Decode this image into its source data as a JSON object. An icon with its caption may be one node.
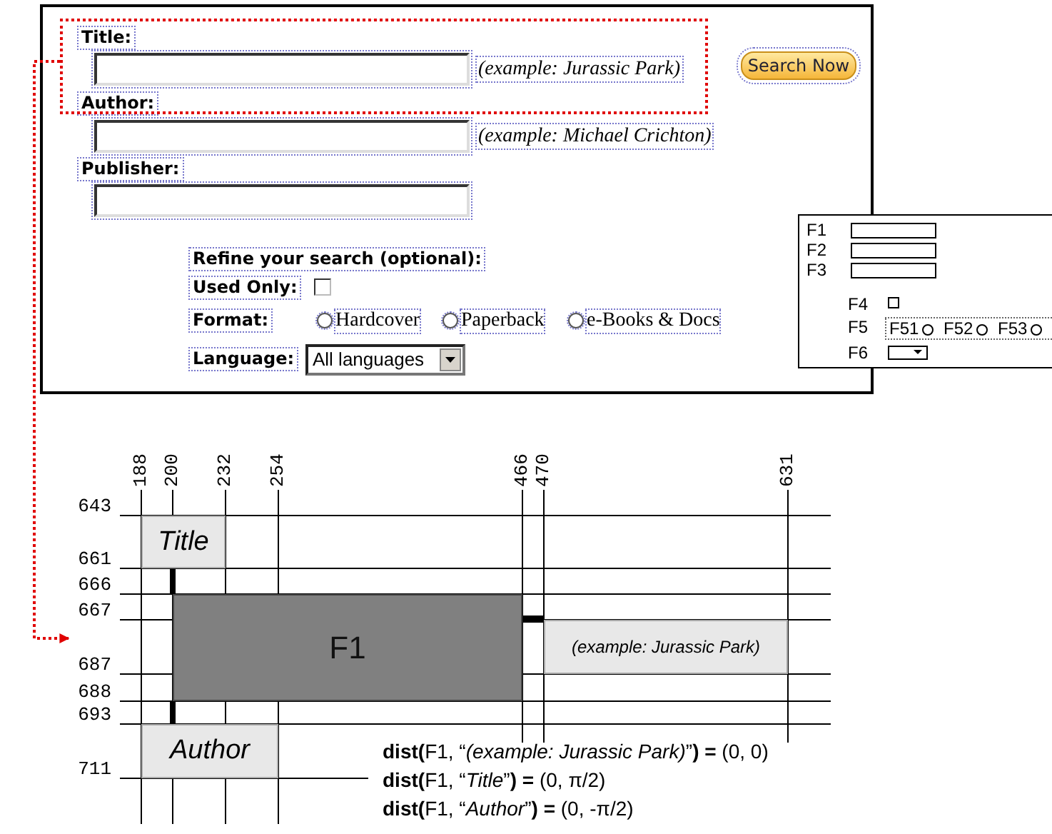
{
  "diagram": {
    "nodes": [
      {
        "text": [],
        "shape": "box"
      },
      {
        "text": [],
        "shape": "picture"
      },
      {
        "text": [
          "Title"
        ],
        "in": 1
      },
      {
        "text": [
          "F1"
        ],
        "in": 1
      },
      {
        "text": [
          "(example: Jurassic Park)"
        ],
        "in": 1
      },
      {
        "text": [
          "Author"
        ],
        "in": 1
      }
    ],
    "edges": [
      {
        "from": 0,
        "to": 1,
        "arrow": "to",
        "style": "dashed",
        "color": "#e00000"
      }
    ],
    "labels": [
      "Title:",
      "(example: Jurassic Park)",
      "Search Now",
      "Author:",
      "(example: Michael Crichton)",
      "Publisher:",
      "Refine your search (optional):",
      "Used Only:",
      "Format:",
      "Hardcover",
      "Paperback",
      "e-Books & Docs",
      "Language:",
      "All languages",
      "F1",
      "F2",
      "F3",
      "F4",
      "F5",
      "F51",
      "F52",
      "F53",
      "F6",
      "188",
      "200",
      "232",
      "254",
      "466",
      "470",
      "631",
      "643",
      "661",
      "666",
      "667",
      "687",
      "688",
      "693",
      "711",
      "**dist(**F1, “*(example: Jurassic Park)*”**) =** (0, 0)",
      "**dist(**F1, “*Title*”**) =** (0, π/2)",
      "**dist(**F1, “*Author*”**) =** (0, -π/2)"
    ]
  }
}
